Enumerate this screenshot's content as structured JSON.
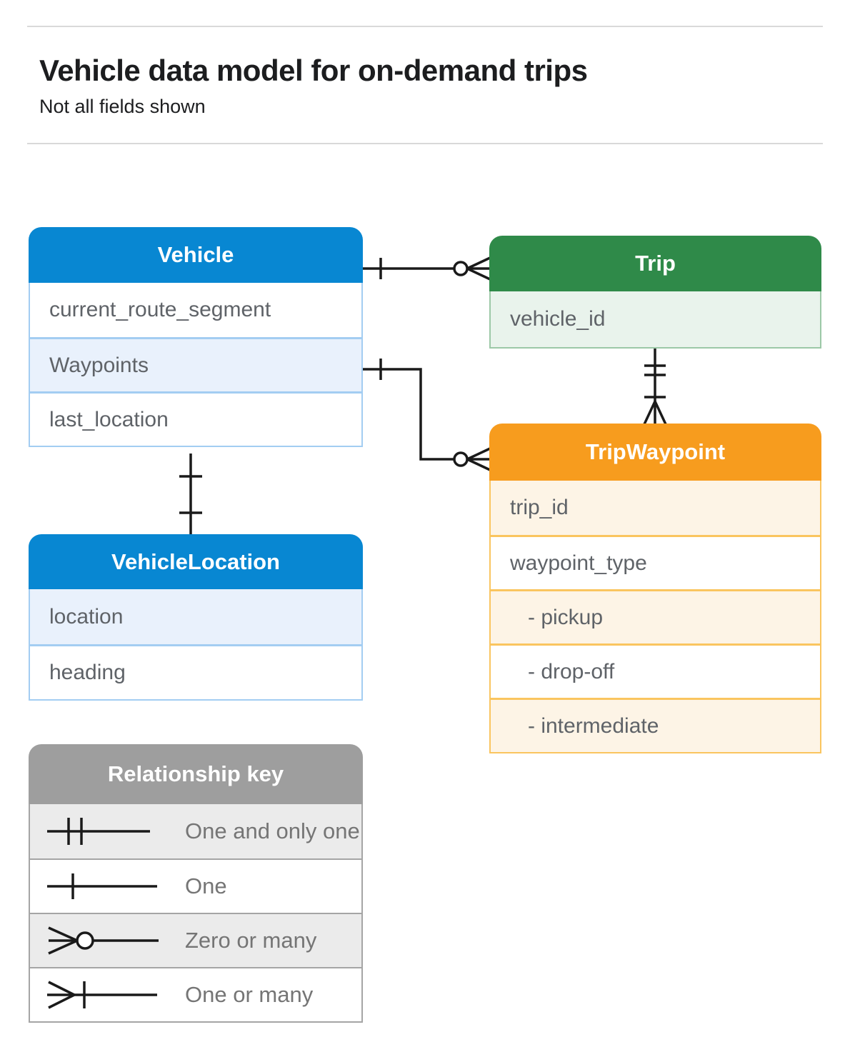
{
  "page": {
    "title": "Vehicle data model for on-demand trips",
    "subtitle": "Not all fields shown"
  },
  "tables": {
    "vehicle": {
      "title": "Vehicle",
      "fields": [
        "current_route_segment",
        "Waypoints",
        "last_location"
      ]
    },
    "trip": {
      "title": "Trip",
      "fields": [
        "vehicle_id"
      ]
    },
    "trip_waypoint": {
      "title": "TripWaypoint",
      "fields": [
        "trip_id",
        "waypoint_type",
        "- pickup",
        "- drop-off",
        "- intermediate"
      ]
    },
    "vehicle_location": {
      "title": "VehicleLocation",
      "fields": [
        "location",
        "heading"
      ]
    }
  },
  "legend": {
    "title": "Relationship key",
    "items": [
      {
        "label": "One and only one",
        "symbol": "one-and-only-one"
      },
      {
        "label": "One",
        "symbol": "one"
      },
      {
        "label": "Zero or many",
        "symbol": "zero-or-many"
      },
      {
        "label": "One or many",
        "symbol": "one-or-many"
      }
    ]
  },
  "relationships": [
    {
      "from": "Vehicle",
      "to": "Trip",
      "from_cardinality": "one",
      "to_cardinality": "zero-or-many"
    },
    {
      "from": "Vehicle.Waypoints",
      "to": "TripWaypoint",
      "from_cardinality": "one",
      "to_cardinality": "zero-or-many"
    },
    {
      "from": "Trip",
      "to": "TripWaypoint",
      "from_cardinality": "one-and-only-one",
      "to_cardinality": "one-or-many"
    },
    {
      "from": "Vehicle",
      "to": "VehicleLocation",
      "from_cardinality": "one",
      "to_cardinality": "one"
    }
  ],
  "colors": {
    "blue_header": "#0887d2",
    "blue_row": "#e9f1fc",
    "blue_border": "#a3cdf2",
    "green_header": "#2f8a49",
    "green_row": "#e9f3ec",
    "green_border": "#9cc8a7",
    "orange_header": "#f79c1e",
    "orange_row": "#fdf4e6",
    "orange_border": "#fac55f",
    "gray_header": "#9e9e9e",
    "gray_row": "#ebebeb",
    "gray_border": "#a5a5a5"
  }
}
